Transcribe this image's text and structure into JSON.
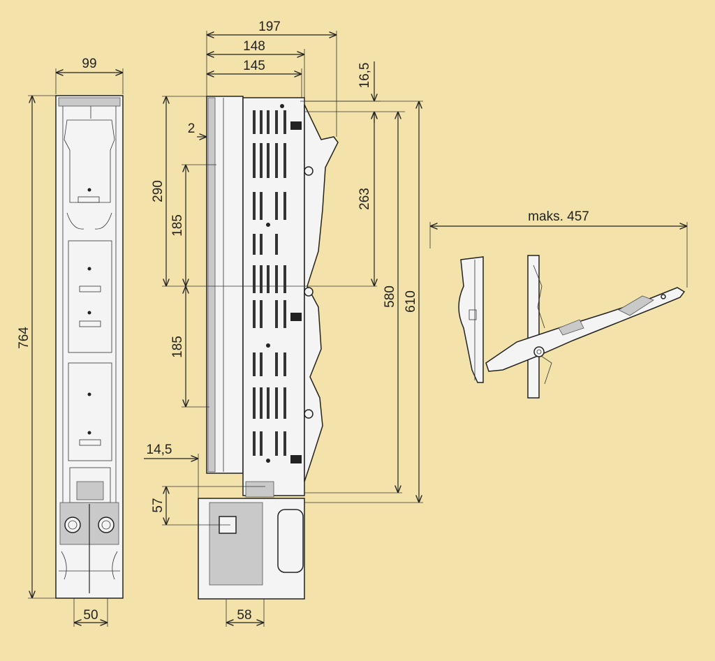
{
  "dimensions": {
    "front_width": "99",
    "front_height": "764",
    "front_bottom_width": "50",
    "side_width_total": "197",
    "side_width_mid": "148",
    "side_width_body": "145",
    "side_top_offset": "16,5",
    "side_gap": "2",
    "side_upper": "290",
    "side_pitch_upper": "185",
    "side_pitch_lower": "185",
    "side_inner_height": "263",
    "side_height_580": "580",
    "side_height_610": "610",
    "side_offset_14_5": "14,5",
    "side_offset_57": "57",
    "side_bottom_width": "58",
    "max_open_reach": "maks. 457"
  },
  "colors": {
    "background": "#f3e3aa",
    "line": "#222222",
    "body_fill": "#f4f4f4"
  }
}
